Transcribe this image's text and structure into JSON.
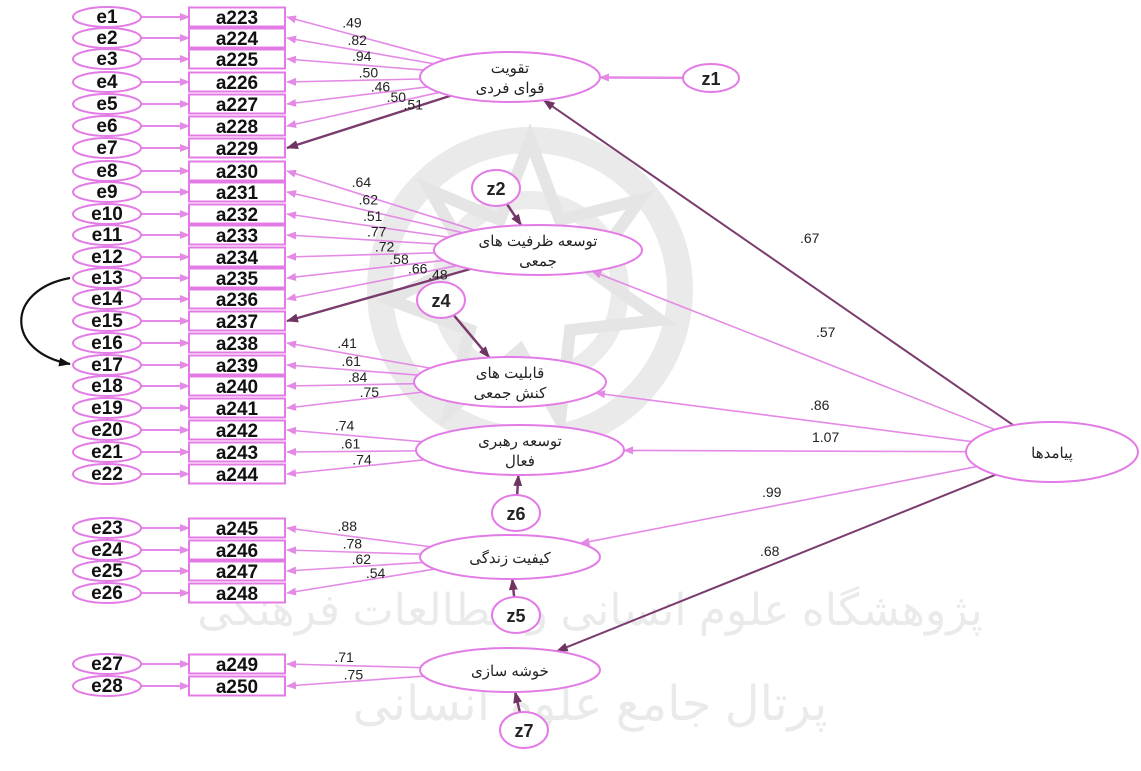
{
  "diagram": {
    "type": "structural-equation-model",
    "colors": {
      "line": "#e48ae6",
      "box_stroke": "#e37be6",
      "dark_path": "#7a3b6e",
      "watermark": "#d7d7d7"
    },
    "outcome": {
      "id": "outcome",
      "label": "پیامدها"
    },
    "latents": [
      {
        "id": "L1",
        "line1": "تقویت",
        "line2": "قوای فردی",
        "dist": "z1",
        "path_coef": ".67",
        "items": [
          {
            "err": "e1",
            "ind": "a223",
            "loading": ".49"
          },
          {
            "err": "e2",
            "ind": "a224",
            "loading": ".82"
          },
          {
            "err": "e3",
            "ind": "a225",
            "loading": ".94"
          },
          {
            "err": "e4",
            "ind": "a226",
            "loading": ".50"
          },
          {
            "err": "e5",
            "ind": "a227",
            "loading": ".46"
          },
          {
            "err": "e6",
            "ind": "a228",
            "loading": ".50"
          },
          {
            "err": "e7",
            "ind": "a229",
            "loading": ".51"
          }
        ]
      },
      {
        "id": "L2",
        "line1": "توسعه ظرفیت های",
        "line2": "جمعی",
        "dist": "z2",
        "path_coef": ".57",
        "items": [
          {
            "err": "e8",
            "ind": "a230",
            "loading": ".64"
          },
          {
            "err": "e9",
            "ind": "a231",
            "loading": ".62"
          },
          {
            "err": "e10",
            "ind": "a232",
            "loading": ".51"
          },
          {
            "err": "e11",
            "ind": "a233",
            "loading": ".77"
          },
          {
            "err": "e12",
            "ind": "a234",
            "loading": ".72"
          },
          {
            "err": "e13",
            "ind": "a235",
            "loading": ".58"
          },
          {
            "err": "e14",
            "ind": "a236",
            "loading": ".66"
          },
          {
            "err": "e15",
            "ind": "a237",
            "loading": ".48"
          }
        ]
      },
      {
        "id": "L3",
        "line1": "قابلیت های",
        "line2": "کنش جمعی",
        "dist": "z4",
        "path_coef": ".86",
        "items": [
          {
            "err": "e16",
            "ind": "a238",
            "loading": ".41"
          },
          {
            "err": "e17",
            "ind": "a239",
            "loading": ".61"
          },
          {
            "err": "e18",
            "ind": "a240",
            "loading": ".84"
          },
          {
            "err": "e19",
            "ind": "a241",
            "loading": ".75"
          }
        ]
      },
      {
        "id": "L4",
        "line1": "توسعه رهبری",
        "line2": "فعال",
        "dist": "z6",
        "path_coef": "1.07",
        "items": [
          {
            "err": "e20",
            "ind": "a242",
            "loading": ".74"
          },
          {
            "err": "e21",
            "ind": "a243",
            "loading": ".61"
          },
          {
            "err": "e22",
            "ind": "a244",
            "loading": ".74"
          }
        ]
      },
      {
        "id": "L5",
        "line1": "کیفیت زندگی",
        "line2": "",
        "dist": "z5",
        "path_coef": ".99",
        "items": [
          {
            "err": "e23",
            "ind": "a245",
            "loading": ".88"
          },
          {
            "err": "e24",
            "ind": "a246",
            "loading": ".78"
          },
          {
            "err": "e25",
            "ind": "a247",
            "loading": ".62"
          },
          {
            "err": "e26",
            "ind": "a248",
            "loading": ".54"
          }
        ]
      },
      {
        "id": "L6",
        "line1": "خوشه سازی",
        "line2": "",
        "dist": "z7",
        "path_coef": ".68",
        "items": [
          {
            "err": "e27",
            "ind": "a249",
            "loading": ".71"
          },
          {
            "err": "e28",
            "ind": "a250",
            "loading": ".75"
          }
        ]
      }
    ],
    "covariances": [
      {
        "from": "e13",
        "to": "e17"
      }
    ],
    "watermark_lines": [
      "پژوهشگاه علوم انسانی و مطالعات فرهنگی",
      "پرتال جامع علوم انسانی"
    ]
  }
}
